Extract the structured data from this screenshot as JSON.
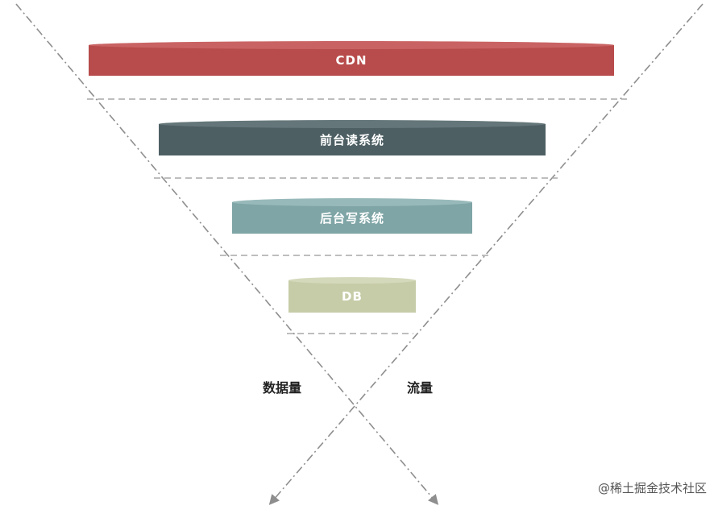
{
  "tiers": [
    {
      "label": "CDN",
      "color": "#b84b4b",
      "edge": "#c96363"
    },
    {
      "label": "前台读系统",
      "color": "#4d5f63",
      "edge": "#647679"
    },
    {
      "label": "后台写系统",
      "color": "#7fa5a6",
      "edge": "#98b9ba"
    },
    {
      "label": "DB",
      "color": "#c7cca8",
      "edge": "#d5d9bc"
    }
  ],
  "left_axis": "数据量",
  "right_axis": "流量",
  "watermark": "@稀土掘金技术社区",
  "line_color": "#8e8e8e",
  "divider_color": "#a9a9a9"
}
